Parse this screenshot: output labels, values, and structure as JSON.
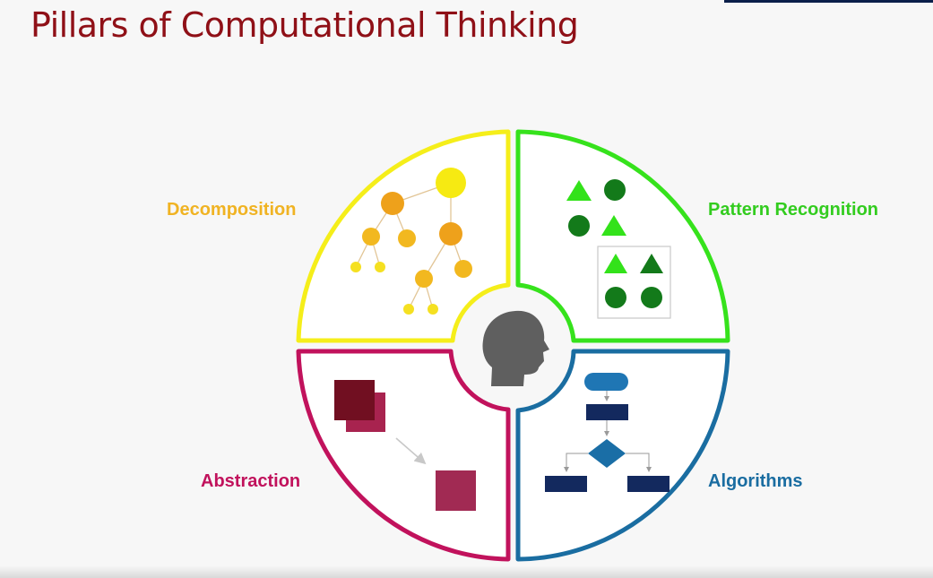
{
  "slide": {
    "title": "Pillars of Computational Thinking"
  },
  "pillars": {
    "decomposition": {
      "label": "Decomposition",
      "color": "#f0b323"
    },
    "pattern_recognition": {
      "label": "Pattern Recognition",
      "color": "#33cc1f"
    },
    "abstraction": {
      "label": "Abstraction",
      "color": "#c1125c"
    },
    "algorithms": {
      "label": "Algorithms",
      "color": "#1a6da1"
    }
  },
  "icons": {
    "center": "human-head-icon",
    "decomposition": "tree-hierarchy-icon",
    "pattern_recognition": "shape-pattern-icon",
    "abstraction": "square-abstraction-icon",
    "algorithms": "flowchart-icon"
  }
}
